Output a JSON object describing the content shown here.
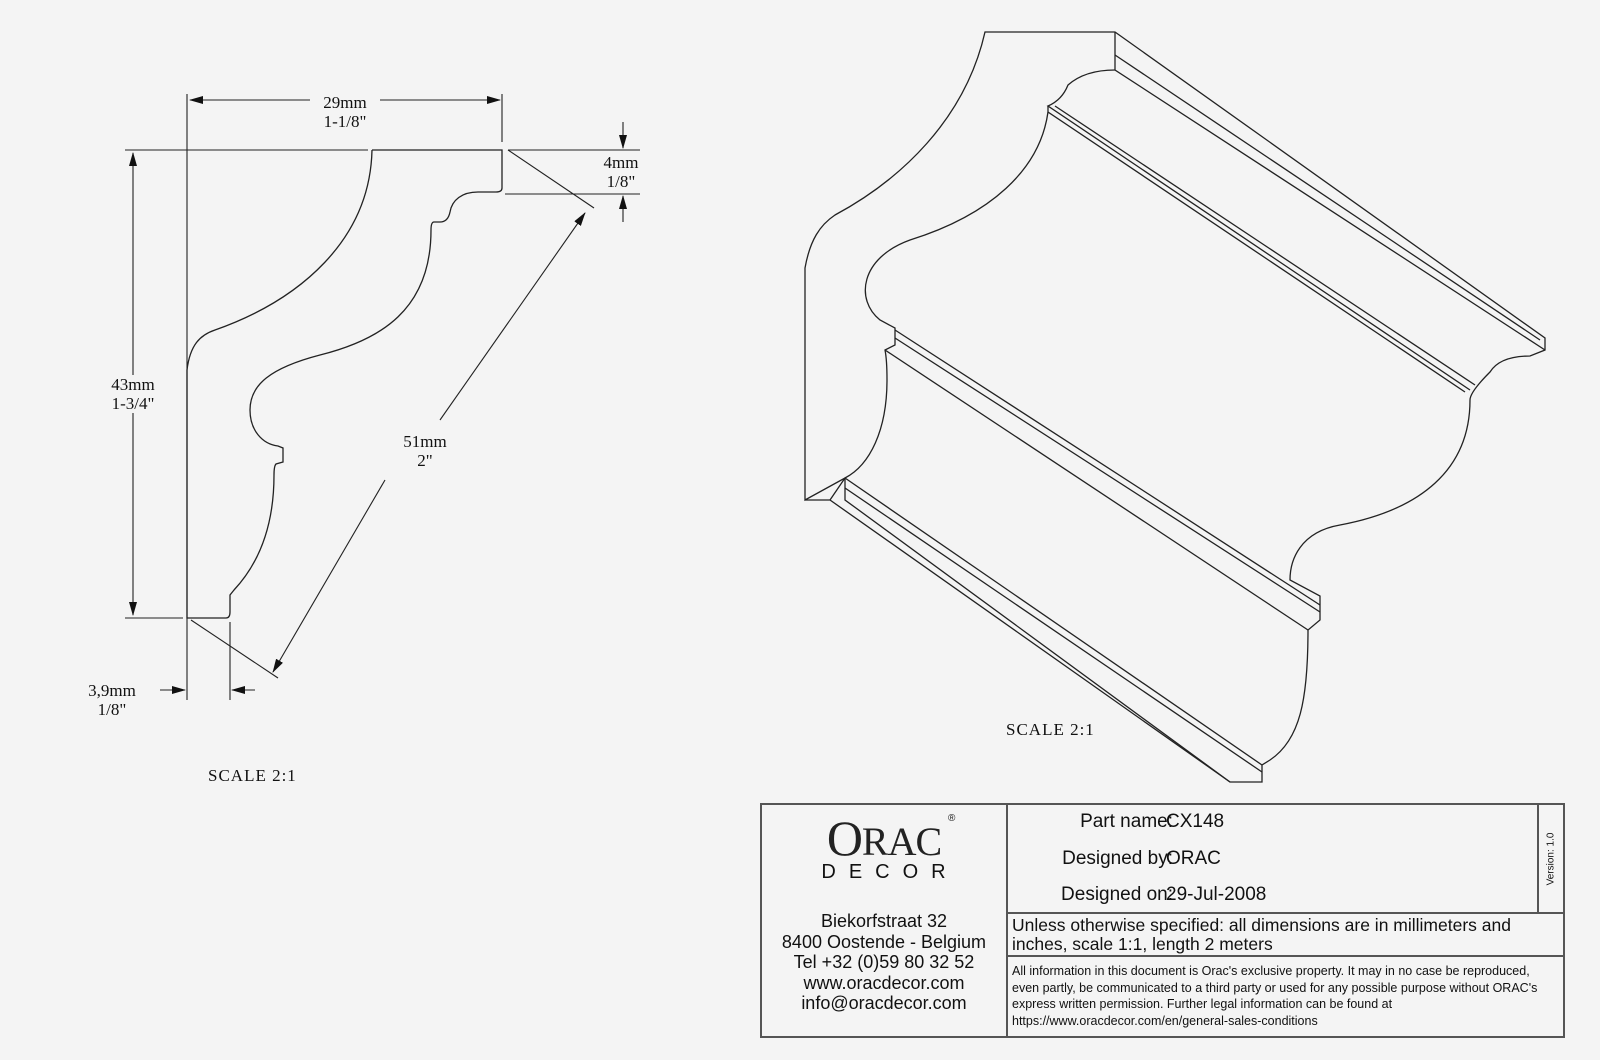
{
  "profile_view": {
    "width": {
      "mm": "29mm",
      "inch": "1-1/8\""
    },
    "height": {
      "mm": "43mm",
      "inch": "1-3/4\""
    },
    "top_step": {
      "mm": "4mm",
      "inch": "1/8\""
    },
    "diagonal": {
      "mm": "51mm",
      "inch": "2\""
    },
    "bottom_step": {
      "mm": "3,9mm",
      "inch": "1/8\""
    },
    "scale": "SCALE  2:1"
  },
  "iso_view": {
    "scale": "SCALE  2:1"
  },
  "title_block": {
    "logo_text": "ORAC DECOR",
    "logo_orac_o": "O",
    "logo_orac_rest": "RAC",
    "logo_decor": "DECOR",
    "logo_reg": "®",
    "address": [
      "Biekorfstraat 32",
      "8400 Oostende - Belgium",
      "Tel  +32 (0)59 80 32 52",
      "www.oracdecor.com",
      "info@oracdecor.com"
    ],
    "part_name_label": "Part name:",
    "part_name": "CX148",
    "designed_by_label": "Designed by:",
    "designed_by": "ORAC",
    "designed_on_label": "Designed on:",
    "designed_on": "29-Jul-2008",
    "version": "Version: 1.0",
    "note": "Unless otherwise specified: all dimensions are in millimeters and inches, scale 1:1, length 2 meters",
    "legal": "All information in this document is Orac's exclusive property.  It may in no case be reproduced, even partly, be communicated to a third party or used for any possible purpose without ORAC's express written permission. Further legal information can be found at https://www.oracdecor.com/en/general-sales-conditions"
  }
}
